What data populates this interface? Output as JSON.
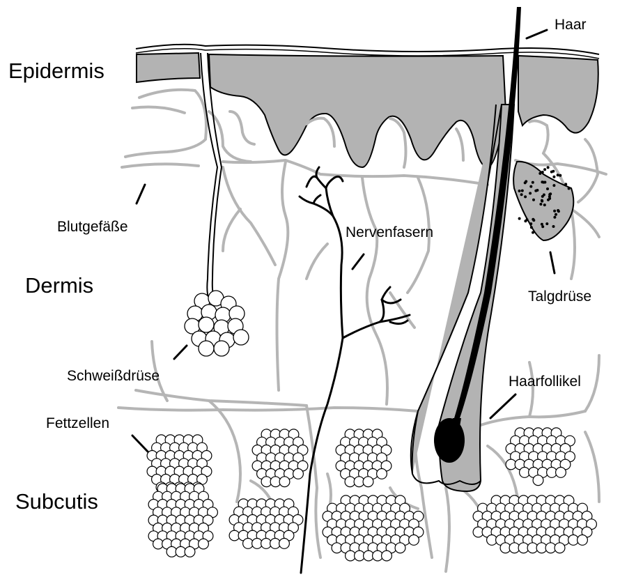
{
  "layers": {
    "epidermis": "Epidermis",
    "dermis": "Dermis",
    "subcutis": "Subcutis"
  },
  "parts": {
    "haar": "Haar",
    "blutgefaesse": "Blutgefäße",
    "nervenfasern": "Nervenfasern",
    "talgdruese": "Talgdrüse",
    "schweissdruese": "Schweißdrüse",
    "haarfollikel": "Haarfollikel",
    "fettzellen": "Fettzellen"
  },
  "colors": {
    "epidermis_fill": "#b3b3b3",
    "vessel_stroke": "#b5b5b5",
    "line": "#000000",
    "background": "#ffffff"
  }
}
